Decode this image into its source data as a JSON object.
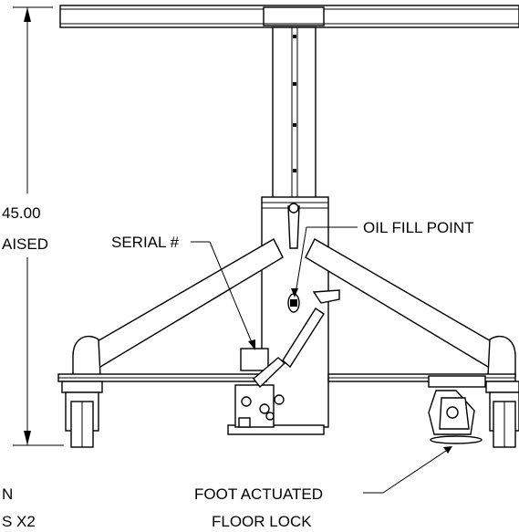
{
  "labels": {
    "dimension_value": "45.00",
    "dimension_note": "AISED",
    "serial": "SERIAL #",
    "oil_fill": "OIL FILL POINT",
    "foot_lock_line1": "FOOT ACTUATED",
    "foot_lock_line2": "FLOOR LOCK",
    "bottom_left_line1": "N",
    "bottom_left_line2": "S X2"
  }
}
